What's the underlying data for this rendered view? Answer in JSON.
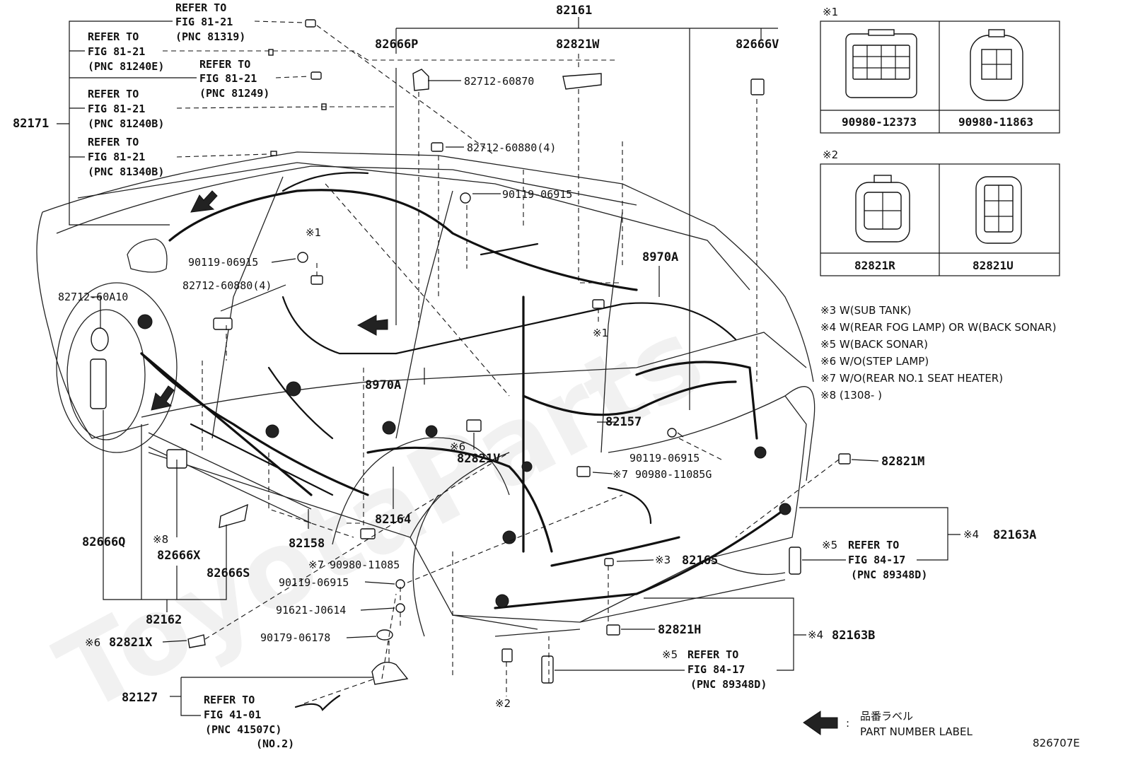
{
  "labels": {
    "l82161": "82161",
    "l82666P": "82666P",
    "l82821W": "82821W",
    "l82666V": "82666V",
    "l82171": "82171",
    "l8970A_top": "8970A",
    "l8970A_mid": "8970A",
    "l82157": "82157",
    "l82821V": "82821V",
    "l82164": "82164",
    "l82158": "82158",
    "l82666Q": "82666Q",
    "l82666X": "82666X",
    "l82666S": "82666S",
    "l82162": "82162",
    "l82821X": "82821X",
    "l82127": "82127",
    "l82165": "82165",
    "l82821M": "82821M",
    "l82163A": "82163A",
    "l82821H": "82821H",
    "l82163B": "82163B"
  },
  "parts": {
    "p82712_60870": "82712-60870",
    "p82712_60880_4_top": "82712-60880(4)",
    "p90119_06915_top": "90119-06915",
    "p90119_06915_left": "90119-06915",
    "p82712_60880_4_left": "82712-60880(4)",
    "p82712_60A10": "82712-60A10",
    "p90119_06915_right": "90119-06915",
    "p90980_11085G": "90980-11085G",
    "p90980_11085": "90980-11085",
    "p90119_06915_bottom": "90119-06915",
    "p91621_J0614": "91621-J0614",
    "p90179_06178": "90179-06178"
  },
  "refers": {
    "r1": {
      "refer": "REFER TO",
      "fig": "FIG 81-21",
      "pnc": "(PNC 81319)"
    },
    "r2": {
      "refer": "REFER TO",
      "fig": "FIG 81-21",
      "pnc": "(PNC 81240E)"
    },
    "r3": {
      "refer": "REFER TO",
      "fig": "FIG 81-21",
      "pnc": "(PNC 81249)"
    },
    "r4": {
      "refer": "REFER TO",
      "fig": "FIG 81-21",
      "pnc": "(PNC 81240B)"
    },
    "r5": {
      "refer": "REFER TO",
      "fig": "FIG 81-21",
      "pnc": "(PNC 81340B)"
    },
    "r6": {
      "refer": "REFER TO",
      "fig": "FIG 84-17",
      "pnc": "(PNC 89348D)"
    },
    "r7": {
      "refer": "REFER TO",
      "fig": "FIG 84-17",
      "pnc": "(PNC 89348D)"
    },
    "r8": {
      "refer": "REFER TO",
      "fig": "FIG 41-01",
      "pnc": "(PNC 41507C)",
      "extra": "(NO.2)"
    }
  },
  "marks": {
    "m1a": "※1",
    "m1b": "※1",
    "m2": "※2",
    "m3": "※3",
    "m4a": "※4",
    "m4b": "※4",
    "m5a": "※5",
    "m5b": "※5",
    "m6a": "※6",
    "m6b": "※6",
    "m7a": "※7",
    "m7b": "※7",
    "m8": "※8"
  },
  "inset1": {
    "mark": "※1",
    "left": "90980-12373",
    "right": "90980-11863"
  },
  "inset2": {
    "mark": "※2",
    "left": "82821R",
    "right": "82821U"
  },
  "notes": [
    "※3 W(SUB TANK)",
    "※4 W(REAR FOG LAMP) OR W(BACK SONAR)",
    "※5 W(BACK SONAR)",
    "※6 W/O(STEP LAMP)",
    "※7 W/O(REAR NO.1 SEAT HEATER)",
    "※8 (1308-      )"
  ],
  "legend": {
    "jp": "品番ラベル",
    "en": "PART NUMBER LABEL",
    "sep": ":"
  },
  "watermark": "ToyotaParts",
  "figure_code": "826707E"
}
